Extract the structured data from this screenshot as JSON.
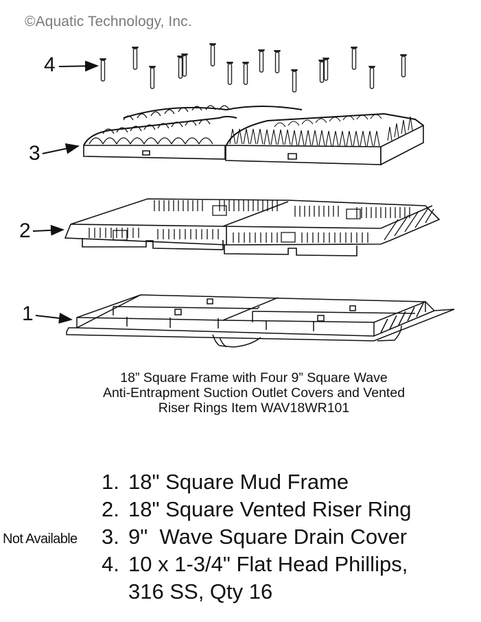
{
  "copyright": "©Aquatic Technology, Inc.",
  "callouts": [
    {
      "label": "4",
      "part": "screws"
    },
    {
      "label": "3",
      "part": "drain-covers"
    },
    {
      "label": "2",
      "part": "vented-riser-ring"
    },
    {
      "label": "1",
      "part": "mud-frame"
    }
  ],
  "caption": {
    "line1": "18” Square Frame with Four 9” Square Wave",
    "line2": "Anti-Entrapment Suction Outlet Covers and Vented",
    "line3": "Riser Rings Item WAV18WR101"
  },
  "parts_list": [
    {
      "number": "1.",
      "description": "18\" Square Mud Frame",
      "note": ""
    },
    {
      "number": "2.",
      "description": "18\" Square Vented Riser Ring",
      "note": ""
    },
    {
      "number": "3.",
      "description": "9\"  Wave Square Drain Cover",
      "note": "Not Available"
    },
    {
      "number": "4.",
      "description": "10 x 1-3/4\" Flat Head Phillips,",
      "note": ""
    },
    {
      "number": "",
      "description": "316 SS, Qty 16",
      "note": ""
    }
  ],
  "colors": {
    "line": "#111111",
    "copyright_text": "#7a7a7a",
    "background": "#ffffff"
  }
}
